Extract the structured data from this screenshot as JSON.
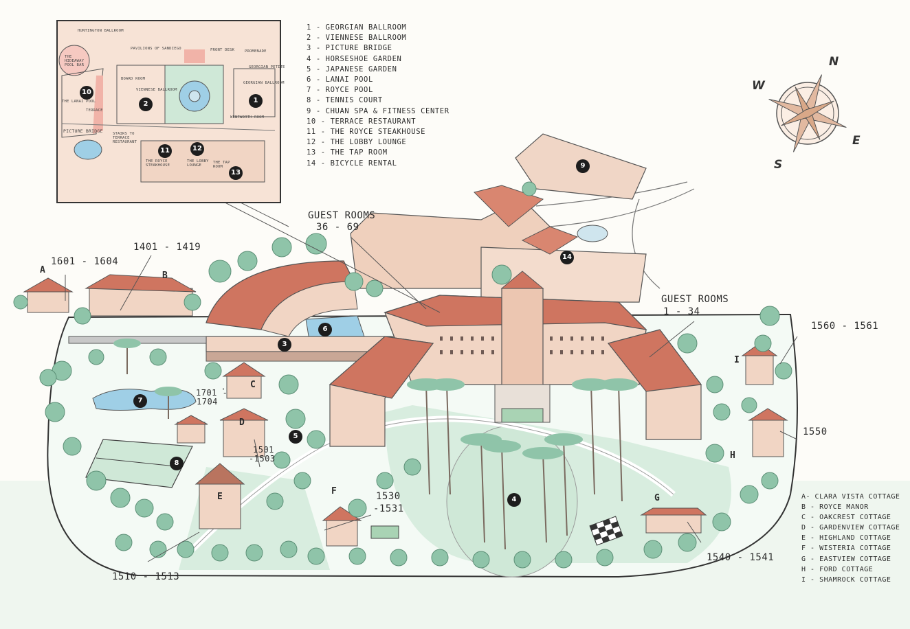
{
  "legend": [
    "1 - Georgian Ballroom",
    "2 - Viennese Ballroom",
    "3 - Picture Bridge",
    "4 - Horseshoe Garden",
    "5 - Japanese Garden",
    "6 - Lanai Pool",
    "7 - Royce Pool",
    "8 - Tennis Court",
    "9 - Chuan Spa & Fitness Center",
    "10 - Terrace Restaurant",
    "11 - The Royce Steakhouse",
    "12 - The Lobby Lounge",
    "13 - The Tap Room",
    "14 - Bicycle Rental"
  ],
  "cottages": [
    "A- Clara Vista Cottage",
    "B - Royce Manor",
    "C - Oakcrest Cottage",
    "D - Gardenview Cottage",
    "E - Highland Cottage",
    "F - Wisteria Cottage",
    "G - Eastview Cottage",
    "H - Ford Cottage",
    "I - Shamrock Cottage"
  ],
  "room_labels": {
    "guest_rooms_36": "Guest Rooms",
    "guest_rooms_36_range": "36 - 69",
    "guest_rooms_1": "Guest Rooms",
    "guest_rooms_1_range": "1 - 34",
    "r1601": "1601 - 1604",
    "r1401": "1401 - 1419",
    "r1701a": "1701 -",
    "r1701b": "1704",
    "r1501a": "1501",
    "r1501b": "-1503",
    "r1530a": "1530",
    "r1530b": "-1531",
    "r1510": "1510 - 1513",
    "r1540": "1540 - 1541",
    "r1550": "1550",
    "r1560": "1560 - 1561"
  },
  "letters": [
    "A",
    "B",
    "C",
    "D",
    "E",
    "F",
    "G",
    "H",
    "I"
  ],
  "numbers": [
    "1",
    "2",
    "3",
    "4",
    "5",
    "6",
    "7",
    "8",
    "9",
    "10",
    "11",
    "12",
    "13",
    "14"
  ],
  "compass": {
    "n": "N",
    "e": "E",
    "s": "S",
    "w": "W"
  },
  "inset": {
    "huntington": "Huntington Ballroom",
    "hideaway": "The Hideaway Pool Bar",
    "pavilions": "Pavilions of Sandiego",
    "front_desk": "Front Desk",
    "promenade": "Promenade",
    "georgian_petite": "Georgian Petite",
    "georgian_ballroom": "Georgian Ballroom",
    "board_room": "Board Room",
    "viennese_ballroom": "Viennese Ballroom",
    "lanai_pool": "The Lanai Pool",
    "terrace": "Terrace",
    "picture_bridge": "Picture Bridge",
    "stairs": "Stairs to Terrace Restaurant",
    "wentworth": "Wentworth Room",
    "steakhouse": "The Royce Steakhouse",
    "lobby_lounge": "The Lobby Lounge",
    "tap_room": "The Tap Room"
  },
  "colors": {
    "roof": "#cf7560",
    "building": "#f1d5c4",
    "lawn": "#dcefe2",
    "tree": "#8fc4a9",
    "inset_bg": "#f7e3d6",
    "pool": "#9fcfe6"
  }
}
